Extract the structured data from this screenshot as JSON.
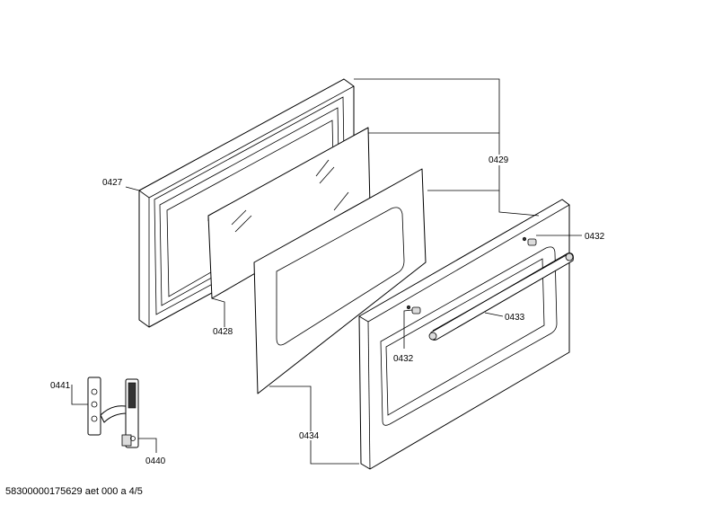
{
  "labels": {
    "p0427": "0427",
    "p0428": "0428",
    "p0429": "0429",
    "p0432a": "0432",
    "p0432b": "0432",
    "p0433": "0433",
    "p0434": "0434",
    "p0440": "0440",
    "p0441": "0441"
  },
  "footer": {
    "doc_id": "58300000175629 aet 000 a 4/5"
  }
}
